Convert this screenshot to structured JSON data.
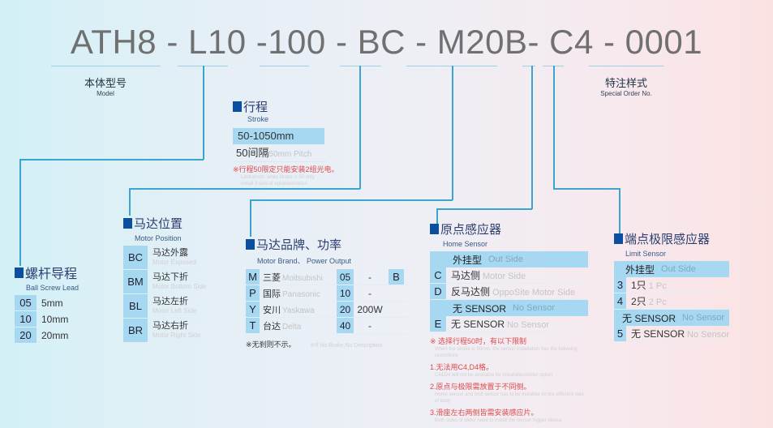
{
  "model_code": "ATH8 - L10 -100 - BC - M20B- C4 - 0001",
  "model": {
    "cn": "本体型号",
    "en": "Model"
  },
  "special": {
    "cn": "特注样式",
    "en": "Special Order No."
  },
  "stroke": {
    "cn": "行程",
    "en": "Stroke",
    "range": "50-1050mm",
    "pitch_cn": "50间隔",
    "pitch_en": "50mm Pitch",
    "note": "※行程50限定只能安装2组光电。",
    "note_en1": "Limitations: while stroke is 50 only",
    "note_en2": "install 2 sets of optoelectronics"
  },
  "lead": {
    "cn": "螺杆导程",
    "en": "Ball Screw Lead",
    "rows": [
      {
        "code": "05",
        "value": "5mm"
      },
      {
        "code": "10",
        "value": "10mm"
      },
      {
        "code": "20",
        "value": "20mm"
      }
    ]
  },
  "position": {
    "cn": "马达位置",
    "en": "Motor Position",
    "rows": [
      {
        "code": "BC",
        "cn": "马达外露",
        "en": "Motor Exposed"
      },
      {
        "code": "BM",
        "cn": "马达下折",
        "en": "Motor Bottom Side"
      },
      {
        "code": "BL",
        "cn": "马达左折",
        "en": "Motor Left Side"
      },
      {
        "code": "BR",
        "cn": "马达右折",
        "en": "Motor Right Side"
      }
    ]
  },
  "brand": {
    "cn": "马达品牌、功率",
    "en": "Motor Brand、 Power Output",
    "rows": [
      {
        "code": "M",
        "cn": "三菱",
        "en": "Moitsubishi",
        "pcode": "05",
        "power": "-",
        "brake": "B"
      },
      {
        "code": "P",
        "cn": "国际",
        "en": "Panasonic",
        "pcode": "10",
        "power": "-"
      },
      {
        "code": "Y",
        "cn": "安川",
        "en": "Yaskawa",
        "pcode": "20",
        "power": "200W"
      },
      {
        "code": "T",
        "cn": "台达",
        "en": "Delta",
        "pcode": "40",
        "power": "-"
      }
    ],
    "note": "※无刹则不示。",
    "note_en": "※If No Brake,No Description"
  },
  "home": {
    "cn": "原点感应器",
    "en": "Home Sensor",
    "band1_cn": "外挂型",
    "band1_en": "Out Side",
    "rows": [
      {
        "code": "C",
        "cn": "马达侧",
        "en": "Motor Side"
      },
      {
        "code": "D",
        "cn": "反马达侧",
        "en": "OppoSite Motor Side"
      }
    ],
    "band2_cn": "无 SENSOR",
    "band2_en": "No Sensor",
    "row_e": {
      "code": "E",
      "cn": "无 SENSOR",
      "en": "No Sensor"
    },
    "notes": [
      {
        "cn": "※ 选择行程50时，有以下限制",
        "en": "When the stroke is 50mm, the sensor installation has the following restrictions"
      },
      {
        "cn": "1.无法用C4,D4格。",
        "en": "C4&D4 will not be available for installation/order option"
      },
      {
        "cn": "2.原点与极限需放置于不同侧。",
        "en": "Home sensor and limit sensor has to be installed on the different side of body"
      },
      {
        "cn": "3.滑座左右两侧皆需安装感应片。",
        "en": "Both sides of slider need to install the sensor trigger device"
      }
    ]
  },
  "limit": {
    "cn": "端点极限感应器",
    "en": "Limit Sensor",
    "band1_cn": "外挂型",
    "band1_en": "Out Side",
    "rows": [
      {
        "code": "3",
        "cn": "1只",
        "en": "1 Pc"
      },
      {
        "code": "4",
        "cn": "2只",
        "en": "2 Pc"
      }
    ],
    "band2_cn": "无 SENSOR",
    "band2_en": "No Sensor",
    "row_5": {
      "code": "5",
      "cn": "无 SENSOR",
      "en": "No Sensor"
    }
  },
  "colors": {
    "accent": "#0b4fa0",
    "cell": "#a6d8f2",
    "line": "#3aa6cf",
    "note": "#e04848"
  }
}
